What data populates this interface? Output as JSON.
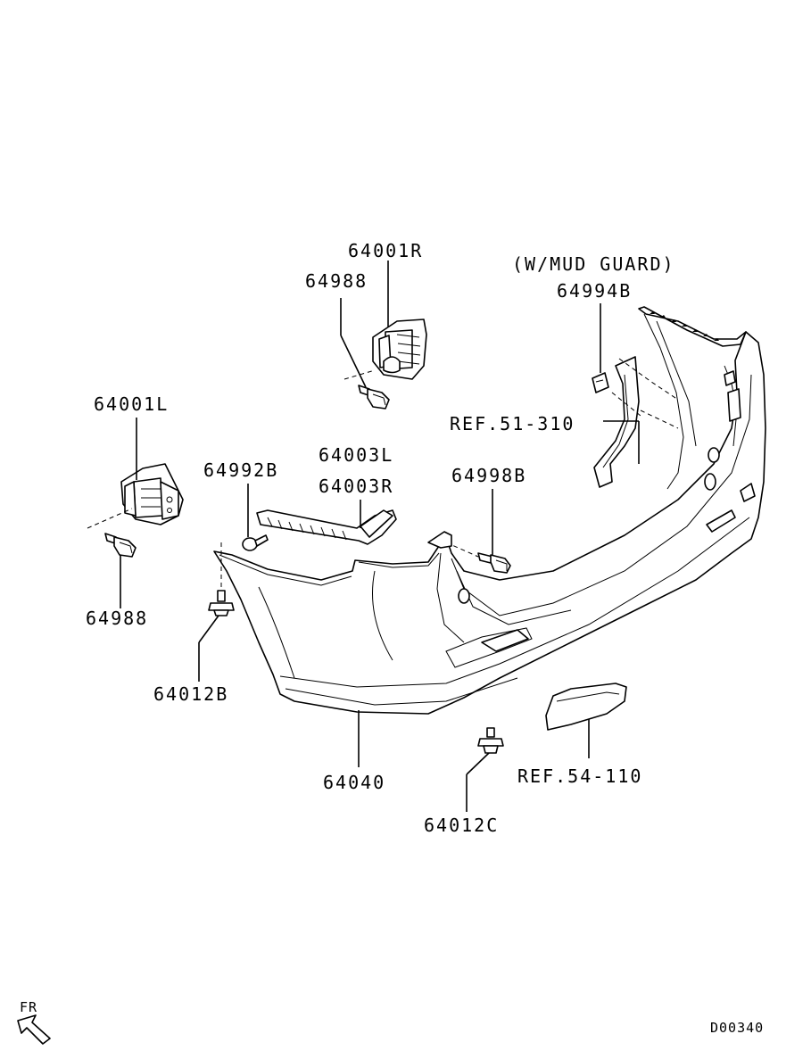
{
  "labels": {
    "bracket_right": "64001R",
    "bolt_upper": "64988",
    "mud_guard_note": "(W/MUD GUARD)",
    "mud_guard_clip": "64994B",
    "ref_mud_guard": "REF.51-310",
    "bracket_left": "64001L",
    "screw_64992b": "64992B",
    "retainer_left": "64003L",
    "retainer_right": "64003R",
    "bolt_64998b": "64998B",
    "bolt_lower": "64988",
    "clip_64012b": "64012B",
    "bumper_cover": "64040",
    "ref_reflector": "REF.54-110",
    "clip_64012c": "64012C",
    "front_indicator": "FR",
    "diagram_code": "D00340"
  }
}
